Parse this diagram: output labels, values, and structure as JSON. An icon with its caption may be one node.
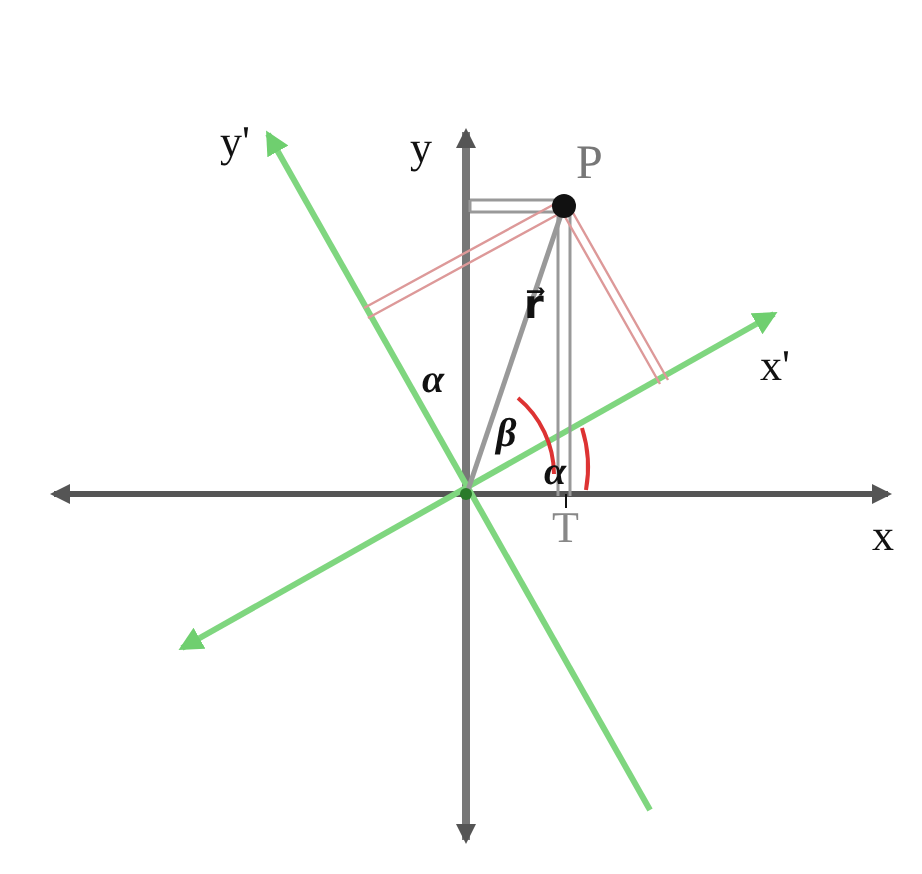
{
  "diagram": {
    "labels": [
      "y'",
      "y",
      "P",
      "x'",
      "r⃗",
      "α",
      "β",
      "α",
      "T",
      "x"
    ]
  }
}
